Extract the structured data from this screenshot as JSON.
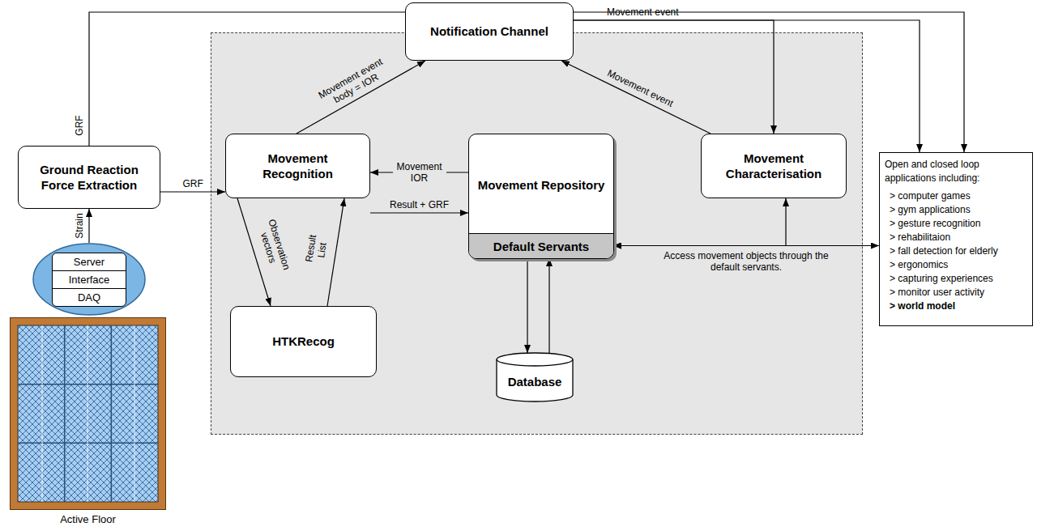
{
  "diagram": {
    "nodes": [
      {
        "text": [
          "Notification Channel"
        ]
      },
      {
        "text": [
          "Ground Reaction Force Extraction"
        ]
      },
      {
        "text": [
          "Movement Recognition"
        ]
      },
      {
        "text": [
          "Movement Repository"
        ]
      },
      {
        "text": [
          "Default Servants"
        ],
        "in": 3
      },
      {
        "text": [
          "Movement Characterisation"
        ]
      },
      {
        "text": [
          "Open and closed loop applications including:",
          "> computer games",
          "> gym applications",
          "> gesture recognition",
          "> rehabilitaion",
          "> fall detection for elderly",
          "> ergonomics",
          "> capturing experiences",
          "> monitor user activity",
          "> world model"
        ]
      },
      {
        "text": [
          "HTKRecog"
        ]
      },
      {
        "text": [
          "Database"
        ]
      },
      {
        "text": [
          "Server",
          "Interface",
          "DAQ"
        ]
      },
      {
        "text": [
          "Active Floor"
        ]
      }
    ],
    "edges": [
      {
        "from": 9,
        "to": 1,
        "label": "Strain",
        "arrow": "to"
      },
      {
        "from": 1,
        "to": 2,
        "label": "GRF",
        "arrow": "to"
      },
      {
        "from": 1,
        "to": 6,
        "label": "GRF",
        "arrow": "to"
      },
      {
        "from": 2,
        "to": 0,
        "label": "Movement event body = IOR",
        "arrow": "to"
      },
      {
        "from": 3,
        "to": 2,
        "label": "Movement IOR",
        "arrow": "to"
      },
      {
        "from": 2,
        "to": 3,
        "label": "Result + GRF",
        "arrow": "to"
      },
      {
        "from": 2,
        "to": 7,
        "label": "Observation vectors",
        "arrow": "to"
      },
      {
        "from": 7,
        "to": 2,
        "label": "Result List",
        "arrow": "to"
      },
      {
        "from": 4,
        "to": 8,
        "arrow": "to"
      },
      {
        "from": 8,
        "to": 4,
        "arrow": "to"
      },
      {
        "from": 5,
        "to": 0,
        "label": "Movement event",
        "arrow": "to"
      },
      {
        "from": 0,
        "to": 6,
        "label": "Movement event",
        "arrow": "to"
      },
      {
        "from": 0,
        "to": 5,
        "arrow": "to"
      },
      {
        "from": 4,
        "to": 6,
        "label": "Access movement objects through the default servants.",
        "arrow": "both"
      },
      {
        "from": 4,
        "to": 5,
        "arrow": "both"
      }
    ]
  }
}
